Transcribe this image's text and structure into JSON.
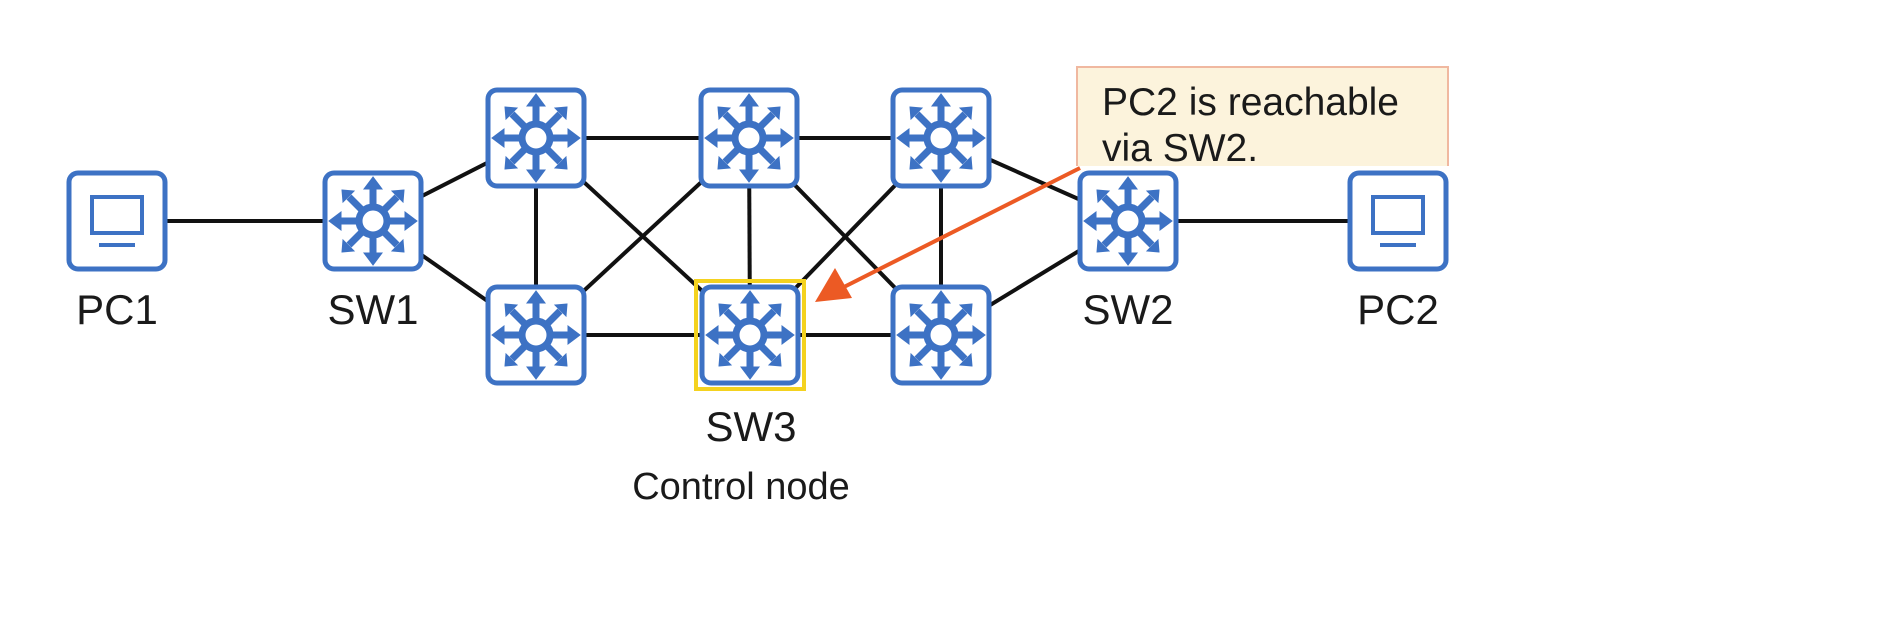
{
  "colors": {
    "device": "#3d72c4",
    "link": "#111111",
    "highlight": "#f4d21f",
    "arrow": "#ec5a24",
    "callout_bg": "#fcf3dc",
    "callout_border": "#f0b8a0"
  },
  "nodes": [
    {
      "id": "pc1",
      "type": "pc",
      "label": "PC1"
    },
    {
      "id": "sw1",
      "type": "switch",
      "label": "SW1"
    },
    {
      "id": "t1",
      "type": "switch",
      "label": ""
    },
    {
      "id": "t2",
      "type": "switch",
      "label": ""
    },
    {
      "id": "t3",
      "type": "switch",
      "label": ""
    },
    {
      "id": "b1",
      "type": "switch",
      "label": ""
    },
    {
      "id": "sw3",
      "type": "switch",
      "label": "SW3",
      "sublabel": "Control node",
      "highlighted": true
    },
    {
      "id": "b3",
      "type": "switch",
      "label": ""
    },
    {
      "id": "sw2",
      "type": "switch",
      "label": "SW2"
    },
    {
      "id": "pc2",
      "type": "pc",
      "label": "PC2"
    }
  ],
  "links": [
    [
      "pc1",
      "sw1"
    ],
    [
      "sw1",
      "t1"
    ],
    [
      "sw1",
      "b1"
    ],
    [
      "t1",
      "t2"
    ],
    [
      "t2",
      "t3"
    ],
    [
      "b1",
      "sw3"
    ],
    [
      "sw3",
      "b3"
    ],
    [
      "t1",
      "b1"
    ],
    [
      "t2",
      "sw3"
    ],
    [
      "t3",
      "b3"
    ],
    [
      "t1",
      "sw3"
    ],
    [
      "b1",
      "t2"
    ],
    [
      "t2",
      "b3"
    ],
    [
      "sw3",
      "t3"
    ],
    [
      "t3",
      "sw2"
    ],
    [
      "b3",
      "sw2"
    ],
    [
      "sw2",
      "pc2"
    ]
  ],
  "labels": {
    "pc1": "PC1",
    "sw1": "SW1",
    "sw2": "SW2",
    "pc2": "PC2",
    "sw3": "SW3",
    "control_node": "Control node"
  },
  "callout": {
    "line1": "PC2 is reachable",
    "line2": "via SW2.",
    "points_to": "sw3"
  }
}
